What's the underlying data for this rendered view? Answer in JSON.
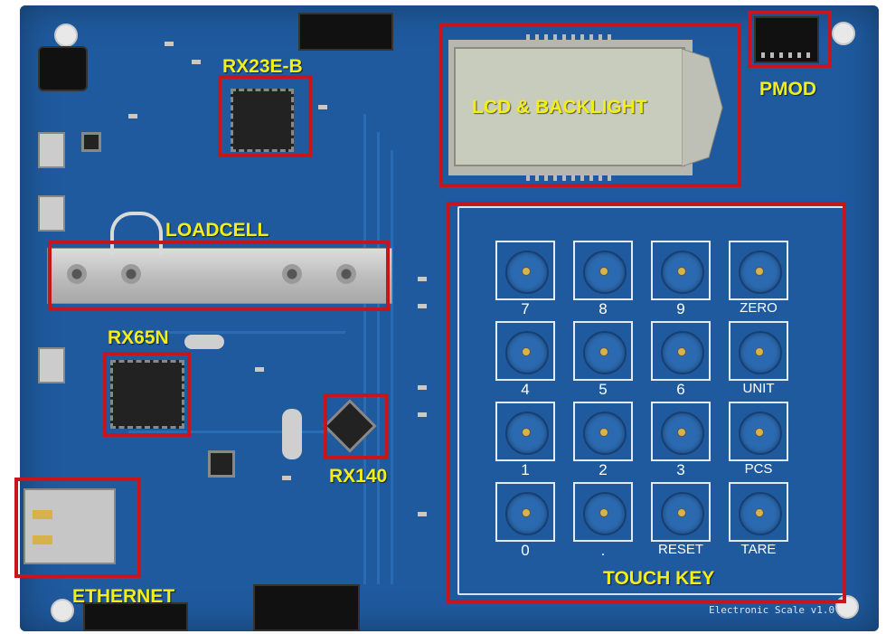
{
  "component_labels": {
    "rx23e_b": "RX23E-B",
    "lcd_backlight": "LCD & BACKLIGHT",
    "pmod": "PMOD",
    "loadcell": "LOADCELL",
    "rx65n": "RX65N",
    "rx140": "RX140",
    "ethernet": "ETHERNET",
    "touch_key": "TOUCH KEY"
  },
  "keypad": {
    "keys": [
      {
        "label": "7"
      },
      {
        "label": "8"
      },
      {
        "label": "9"
      },
      {
        "label": "ZERO"
      },
      {
        "label": "4"
      },
      {
        "label": "5"
      },
      {
        "label": "6"
      },
      {
        "label": "UNIT"
      },
      {
        "label": "1"
      },
      {
        "label": "2"
      },
      {
        "label": "3"
      },
      {
        "label": "PCS"
      },
      {
        "label": "0"
      },
      {
        "label": "."
      },
      {
        "label": "RESET"
      },
      {
        "label": "TARE"
      }
    ]
  },
  "silkscreen": {
    "board_version": "Electronic Scale v1.0"
  },
  "colors": {
    "pcb": "#1f5a9e",
    "highlight_box": "#c4161c",
    "label_text": "#f3ee19"
  }
}
